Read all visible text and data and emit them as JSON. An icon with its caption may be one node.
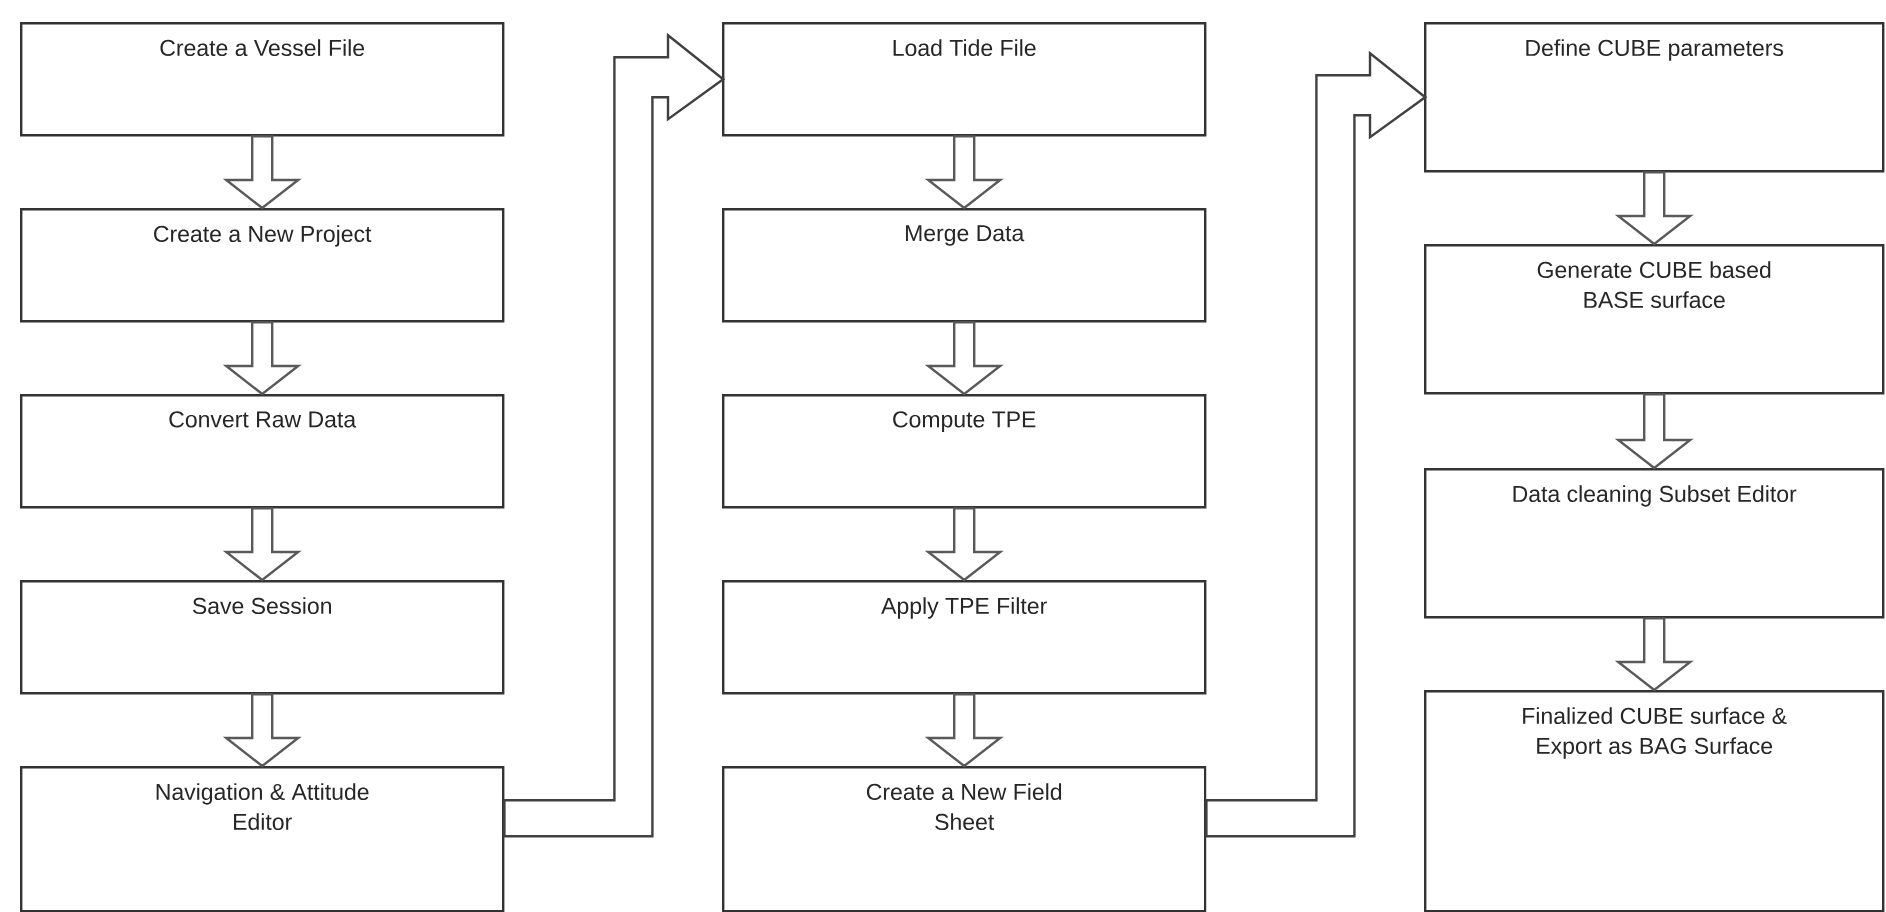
{
  "diagram": {
    "nodes": [
      {
        "text": [
          "Create a Vessel File"
        ]
      },
      {
        "text": [
          "Create a New Project"
        ]
      },
      {
        "text": [
          "Convert Raw Data"
        ]
      },
      {
        "text": [
          "Save Session"
        ]
      },
      {
        "text": [
          "Navigation & Attitude Editor"
        ]
      },
      {
        "text": [
          "Load Tide File"
        ]
      },
      {
        "text": [
          "Merge Data"
        ]
      },
      {
        "text": [
          "Compute TPE"
        ]
      },
      {
        "text": [
          "Apply TPE Filter"
        ]
      },
      {
        "text": [
          "Create a New Field Sheet"
        ]
      },
      {
        "text": [
          "Define CUBE parameters"
        ]
      },
      {
        "text": [
          "Generate CUBE based BASE surface"
        ]
      },
      {
        "text": [
          "Data cleaning Subset Editor"
        ]
      },
      {
        "text": [
          "Finalized CUBE surface & Export as BAG Surface"
        ]
      }
    ],
    "edges": [
      {
        "from": 0,
        "to": 1,
        "arrow": "to"
      },
      {
        "from": 1,
        "to": 2,
        "arrow": "to"
      },
      {
        "from": 2,
        "to": 3,
        "arrow": "to"
      },
      {
        "from": 3,
        "to": 4,
        "arrow": "to"
      },
      {
        "from": 4,
        "to": 5,
        "arrow": "to"
      },
      {
        "from": 5,
        "to": 6,
        "arrow": "to"
      },
      {
        "from": 6,
        "to": 7,
        "arrow": "to"
      },
      {
        "from": 7,
        "to": 8,
        "arrow": "to"
      },
      {
        "from": 8,
        "to": 9,
        "arrow": "to"
      },
      {
        "from": 9,
        "to": 10,
        "arrow": "to"
      },
      {
        "from": 10,
        "to": 11,
        "arrow": "to"
      },
      {
        "from": 11,
        "to": 12,
        "arrow": "to"
      },
      {
        "from": 12,
        "to": 13,
        "arrow": "to"
      }
    ]
  }
}
